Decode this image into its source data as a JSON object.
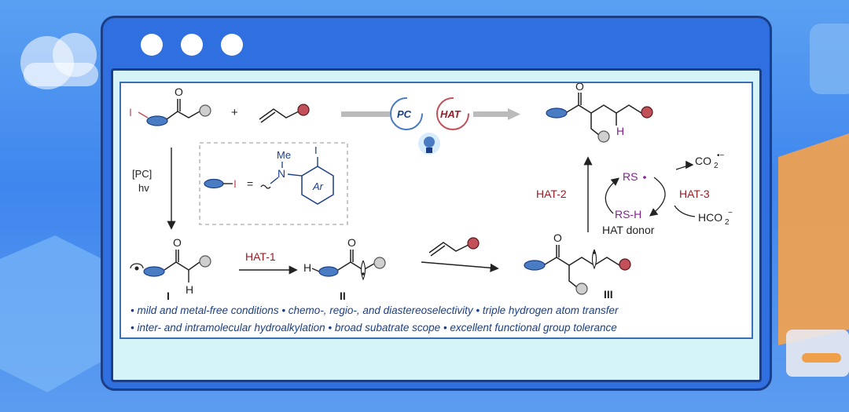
{
  "scheme": {
    "reactant": {
      "carbonyl_o": "O",
      "halide": "I"
    },
    "plus": "+",
    "photocatalyst": {
      "pc": "PC",
      "hat": "HAT"
    },
    "conditions": {
      "catalyst": "[PC]",
      "light": "hv"
    },
    "aryl_definition": {
      "halide": "I",
      "equals": "=",
      "n_label": "N",
      "methyl": "Me",
      "ring": "Ar",
      "ortho_halide": "I"
    },
    "product": {
      "carbonyl_o": "O",
      "h_label": "H"
    },
    "intermediates": {
      "one": {
        "label": "I",
        "carbonyl_o": "O",
        "h_label": "H"
      },
      "two": {
        "label": "II",
        "carbonyl_o": "O",
        "h_label": "H"
      },
      "three": {
        "label": "III",
        "carbonyl_o": "O"
      }
    },
    "steps": {
      "hat1": "HAT-1",
      "hat2": "HAT-2",
      "hat3": "HAT-3"
    },
    "cycle": {
      "rs_radical": "RS",
      "rs_h": "RS-H",
      "co2_main": "CO",
      "co2_sub": "2",
      "co2_sup": "•−",
      "formate_main": "HCO",
      "formate_sub": "2",
      "formate_sup": "−",
      "donor": "HAT donor"
    }
  },
  "features": [
    "• mild and metal-free conditions • chemo-, regio-, and diastereoselectivity • triple hydrogen atom transfer",
    "• inter- and intramolecular hydroalkylation • broad subatrate scope • excellent functional group tolerance"
  ],
  "colors": {
    "blue_group": "#4a7cc4",
    "red_group": "#c25058",
    "gray_group": "#cfcfcf",
    "dark_red": "#9b1c24",
    "purple": "#8a1c9a",
    "navy": "#1b3f86"
  }
}
